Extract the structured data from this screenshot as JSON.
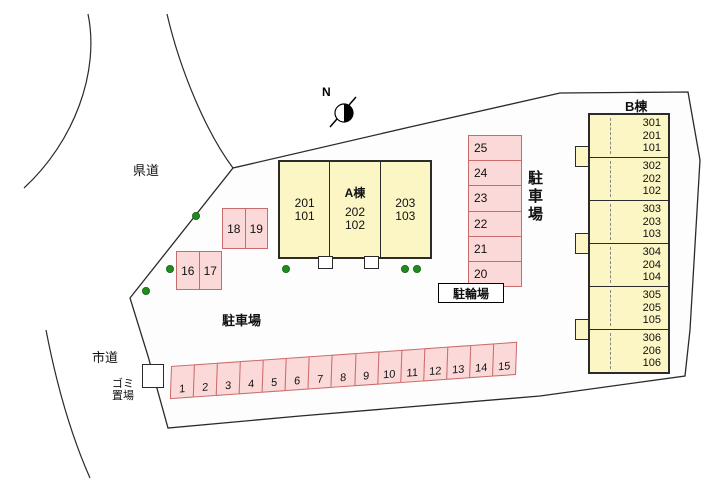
{
  "labels": {
    "north": "N",
    "prefectural_road": "県道",
    "city_road": "市道",
    "parking_area_left": "駐車場",
    "parking_area_right": "駐車場",
    "bicycle_parking": "駐輪場",
    "garbage_line1": "ゴミ",
    "garbage_line2": "置場"
  },
  "building_a": {
    "name": "A棟",
    "units": [
      {
        "upper": "201",
        "lower": "101"
      },
      {
        "upper": "202",
        "lower": "102"
      },
      {
        "upper": "203",
        "lower": "103"
      }
    ]
  },
  "building_b": {
    "name": "B棟",
    "units": [
      {
        "f3": "301",
        "f2": "201",
        "f1": "101"
      },
      {
        "f3": "302",
        "f2": "202",
        "f1": "102"
      },
      {
        "f3": "303",
        "f2": "203",
        "f1": "103"
      },
      {
        "f3": "304",
        "f2": "204",
        "f1": "104"
      },
      {
        "f3": "305",
        "f2": "205",
        "f1": "105"
      },
      {
        "f3": "306",
        "f2": "206",
        "f1": "106"
      }
    ]
  },
  "parking": {
    "bottom_row": [
      "1",
      "2",
      "3",
      "4",
      "5",
      "6",
      "7",
      "8",
      "9",
      "10",
      "11",
      "12",
      "13",
      "14",
      "15"
    ],
    "left_lower": [
      "16",
      "17"
    ],
    "left_upper": [
      "18",
      "19"
    ],
    "right_column": [
      "25",
      "24",
      "23",
      "22",
      "21",
      "20"
    ]
  },
  "colors": {
    "building_fill": "#fbf6c3",
    "stall_fill": "#fcd9d9",
    "stall_border": "#c96b6b",
    "tree_green": "#1f8c1f",
    "boundary_line": "#2a2a2a"
  }
}
